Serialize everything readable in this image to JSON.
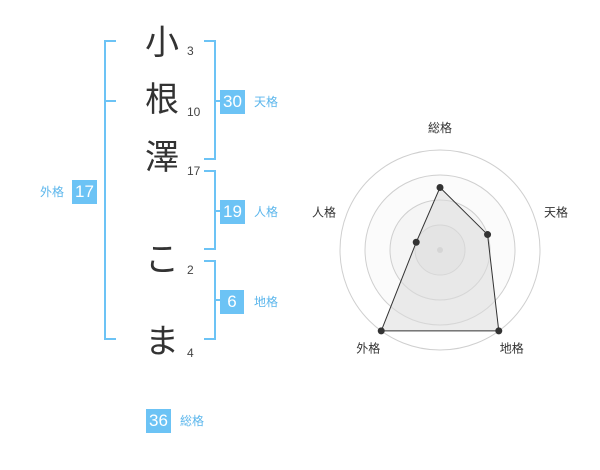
{
  "name_chars": [
    {
      "char": "小",
      "strokes": "3"
    },
    {
      "char": "根",
      "strokes": "10"
    },
    {
      "char": "澤",
      "strokes": "17"
    },
    {
      "char": "こ",
      "strokes": "2"
    },
    {
      "char": "ま",
      "strokes": "4"
    }
  ],
  "fortunes": {
    "tenkaku": {
      "value": "30",
      "label": "天格"
    },
    "jinkaku": {
      "value": "19",
      "label": "人格"
    },
    "chikaku": {
      "value": "6",
      "label": "地格"
    },
    "gaikaku": {
      "value": "17",
      "label": "外格"
    },
    "soukaku": {
      "value": "36",
      "label": "総格"
    }
  },
  "colors": {
    "accent": "#6cc3f5",
    "text": "#333333"
  },
  "chart_data": {
    "type": "radar",
    "axes": [
      "総格",
      "天格",
      "地格",
      "外格",
      "人格"
    ],
    "values": [
      2.5,
      2,
      4,
      4,
      1
    ],
    "rmax": 4,
    "rings": 4
  }
}
